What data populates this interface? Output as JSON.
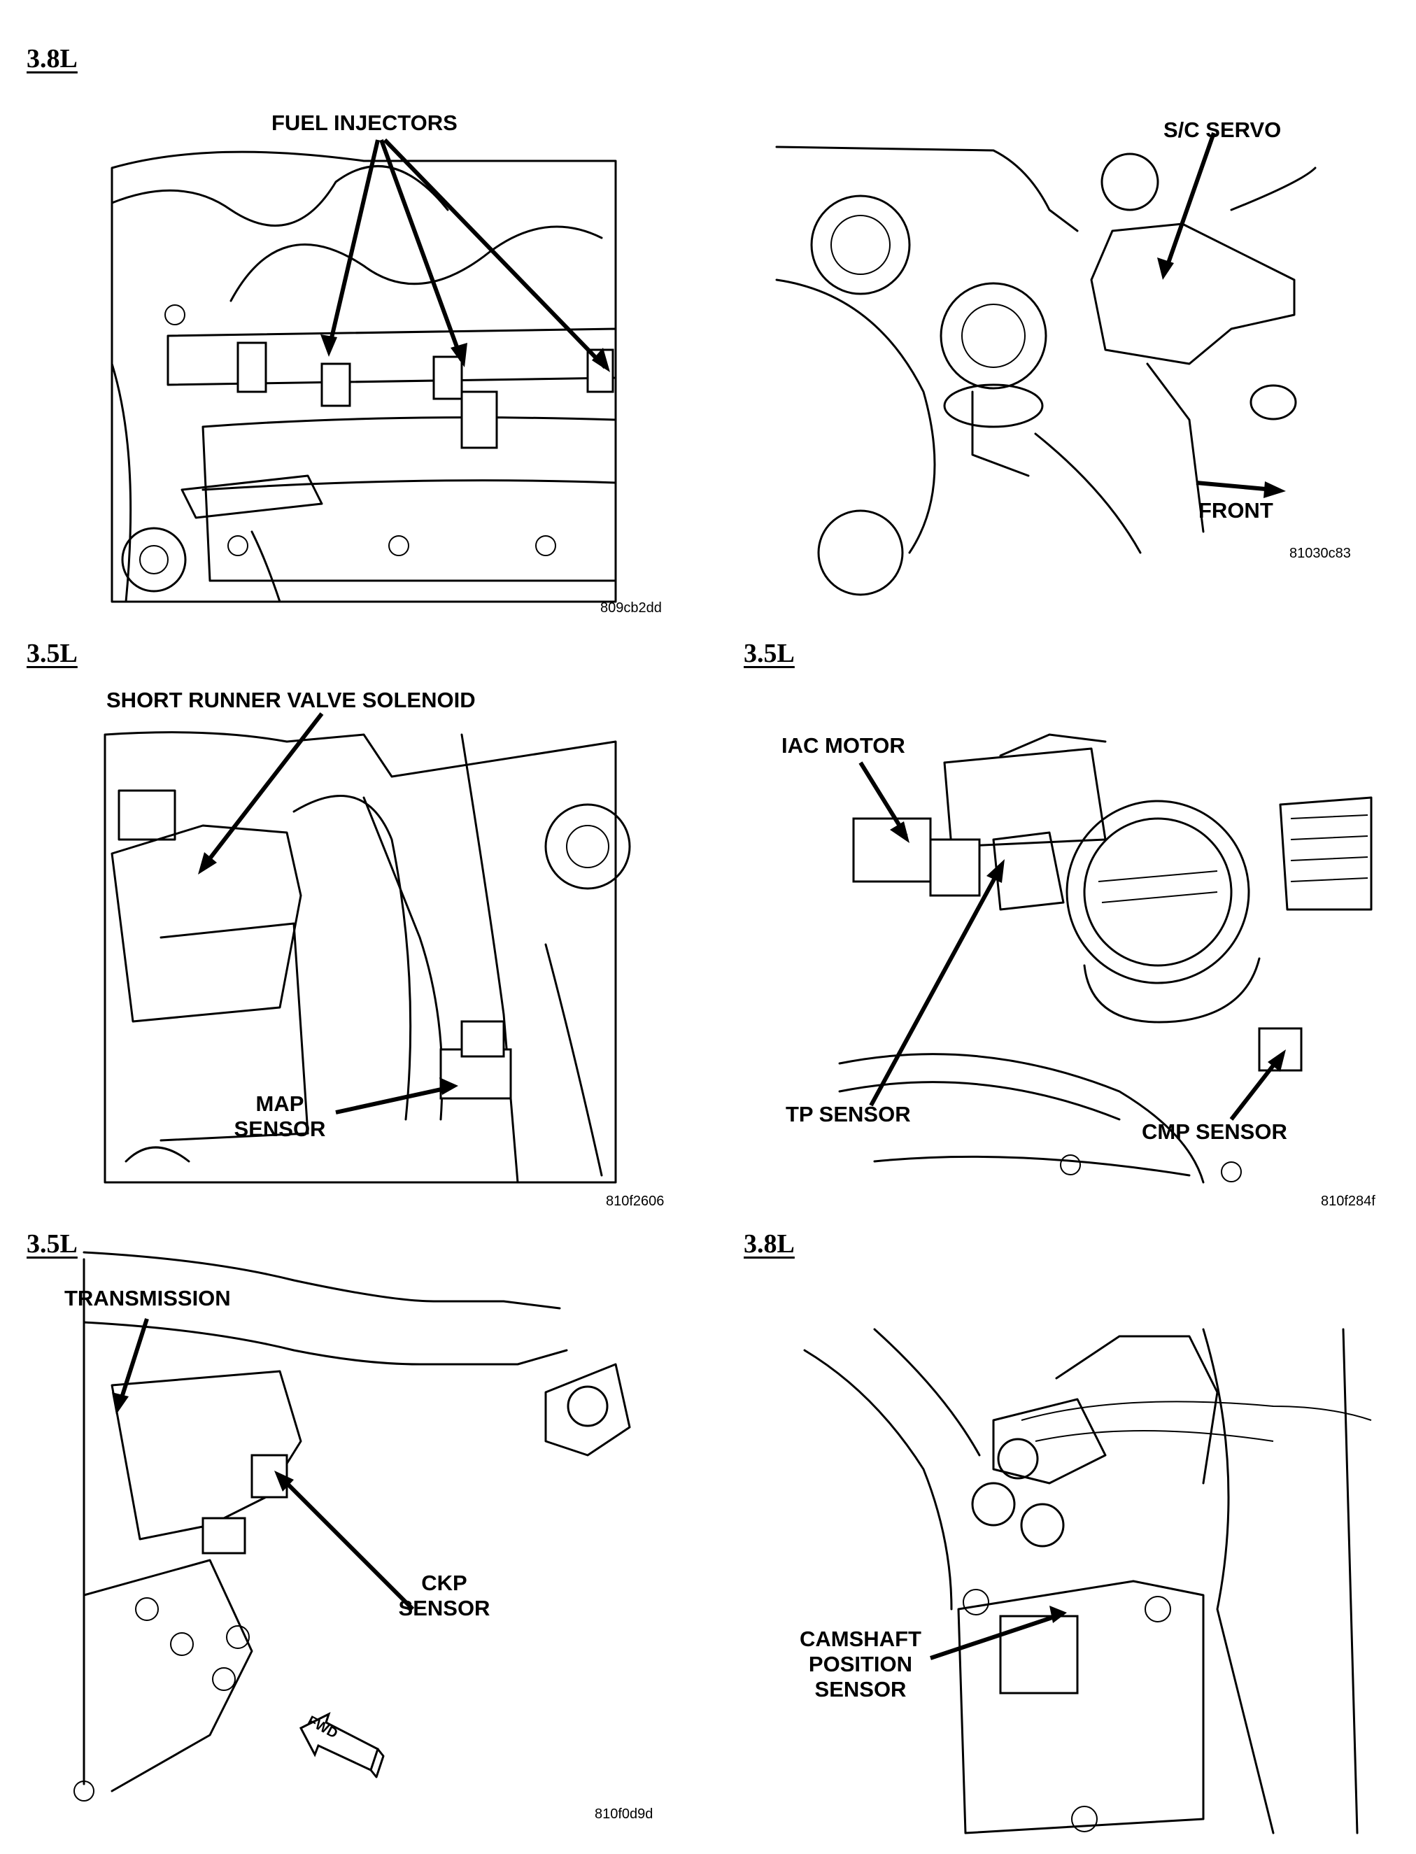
{
  "panels": [
    {
      "heading": "3.8L",
      "callouts": [
        "FUEL INJECTORS"
      ],
      "figure_id": "809cb2dd"
    },
    {
      "heading": "",
      "callouts": [
        "S/C SERVO",
        "FRONT"
      ],
      "figure_id": "81030c83"
    },
    {
      "heading": "3.5L",
      "callouts": [
        "SHORT RUNNER VALVE SOLENOID",
        "MAP",
        "SENSOR"
      ],
      "figure_id": "810f2606"
    },
    {
      "heading": "3.5L",
      "callouts": [
        "IAC MOTOR",
        "TP SENSOR",
        "CMP SENSOR"
      ],
      "figure_id": "810f284f"
    },
    {
      "heading": "3.5L",
      "callouts": [
        "TRANSMISSION",
        "CKP",
        "SENSOR",
        "FWD"
      ],
      "figure_id": "810f0d9d"
    },
    {
      "heading": "3.8L",
      "callouts": [
        "CAMSHAFT",
        "POSITION",
        "SENSOR"
      ],
      "figure_id": ""
    }
  ]
}
